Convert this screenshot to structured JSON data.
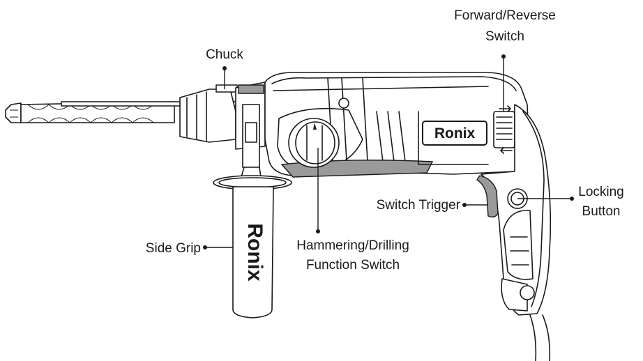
{
  "brand": "Ronix",
  "labels": {
    "chuck": "Chuck",
    "forward_reverse_line1": "Forward/Reverse",
    "forward_reverse_line2": "Switch",
    "locking_line1": "Locking",
    "locking_line2": "Button",
    "switch_trigger": "Switch Trigger",
    "side_grip": "Side Grip",
    "hammering_line1": "Hammering/Drilling",
    "hammering_line2": "Function Switch"
  },
  "colors": {
    "ink": "#1a1a1a",
    "accent_grey": "#9a9a9a",
    "background": "#ffffff"
  }
}
